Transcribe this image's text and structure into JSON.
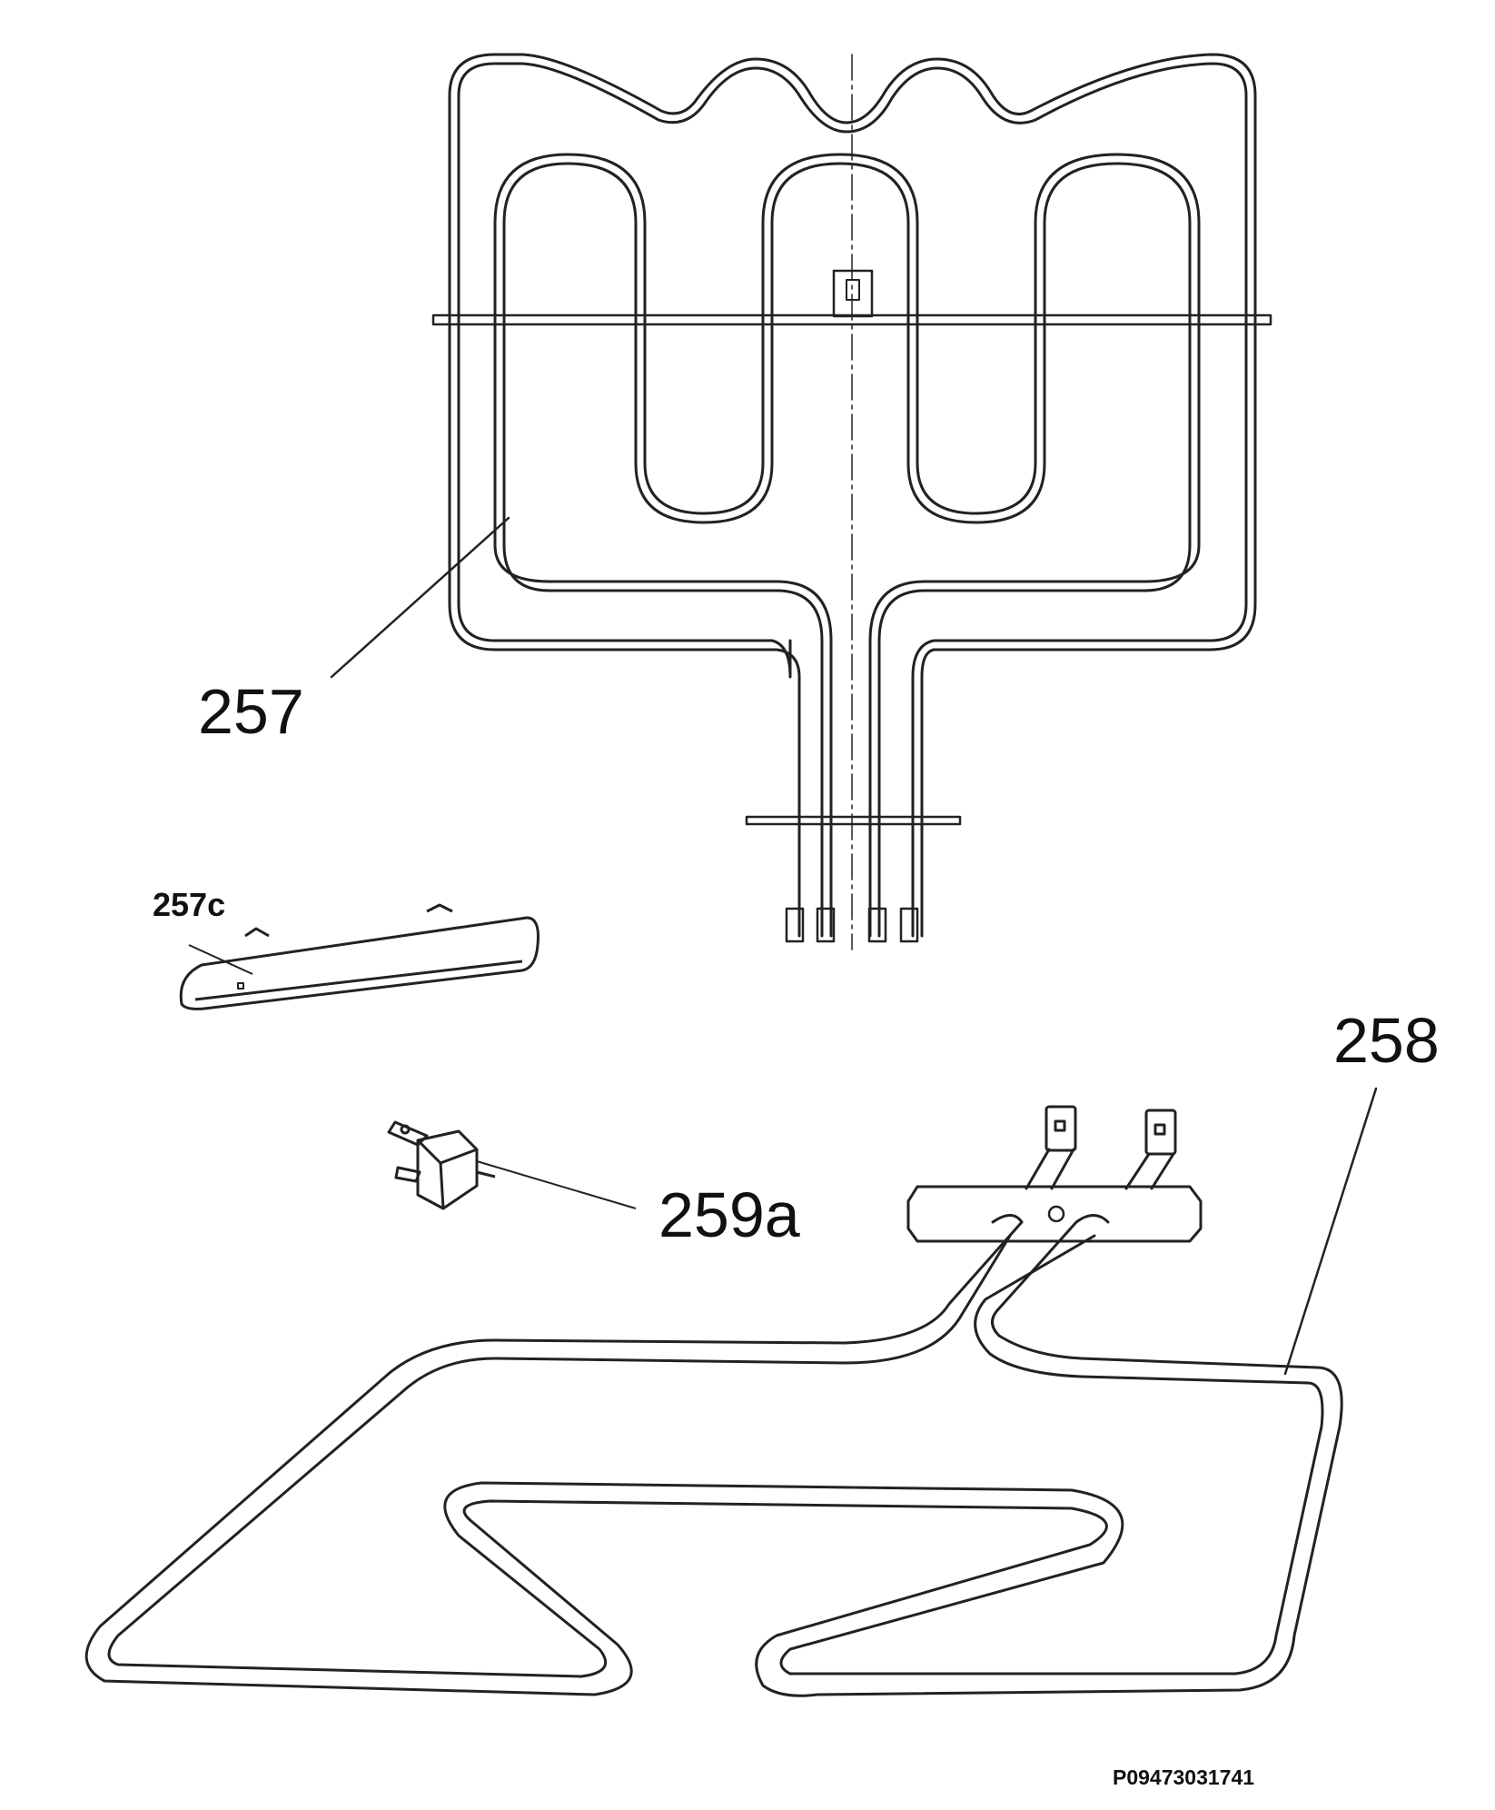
{
  "labels": {
    "part_257": "257",
    "part_257c": "257c",
    "part_258": "258",
    "part_259a": "259a"
  },
  "drawing_code": "P09473031741"
}
